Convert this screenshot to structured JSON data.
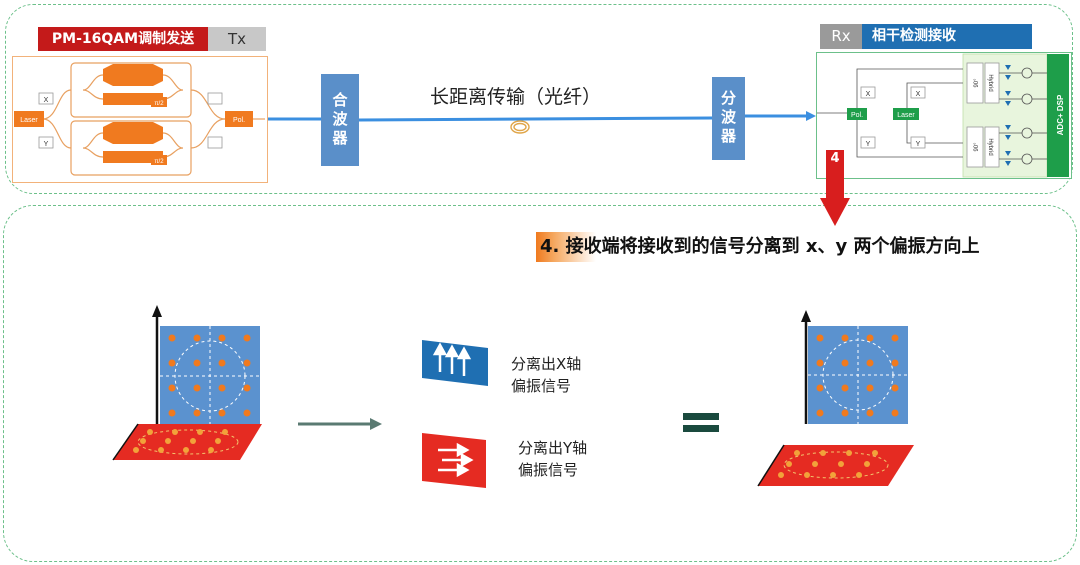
{
  "tx": {
    "title": "PM-16QAM调制发送",
    "tag": "Tx"
  },
  "rx": {
    "tag": "Rx",
    "title": "相干检测接收"
  },
  "tx_diagram": {
    "laser": "Laser",
    "x": "X",
    "y": "Y",
    "pol": "Pol.",
    "pi2_top": "π/2",
    "pi2_bottom": "π/2"
  },
  "rx_diagram": {
    "x_left": "X",
    "y_left": "Y",
    "pol": "Pol.",
    "laser": "Laser",
    "x_mid": "X",
    "y_mid": "Y",
    "hybrid_top": "Hybrid",
    "hybrid_bottom": "Hybrid",
    "deg_top": "90°",
    "deg_bottom": "90°",
    "dsp": "ADC+ DSP"
  },
  "mux_label": "合波器",
  "demux_label": "分波器",
  "fiber_label": "长距离传输（光纤）",
  "step": {
    "number": "4",
    "text": "4. 接收端将接收到的信号分离到 x、y 两个偏振方向上"
  },
  "legend": {
    "x_line1": "分离出X轴",
    "x_line2": "偏振信号",
    "y_line1": "分离出Y轴",
    "y_line2": "偏振信号"
  },
  "colors": {
    "frame": "#6cc08a",
    "tx_red": "#c41a1a",
    "rx_blue": "#1f6fb2",
    "box_blue": "#5a8fc9",
    "fiber": "#3b8fe0",
    "orange": "#f07a1f",
    "constellation_blue": "#5b92cf",
    "plane_red": "#e52b22",
    "dot_orange": "#f07a1f"
  }
}
